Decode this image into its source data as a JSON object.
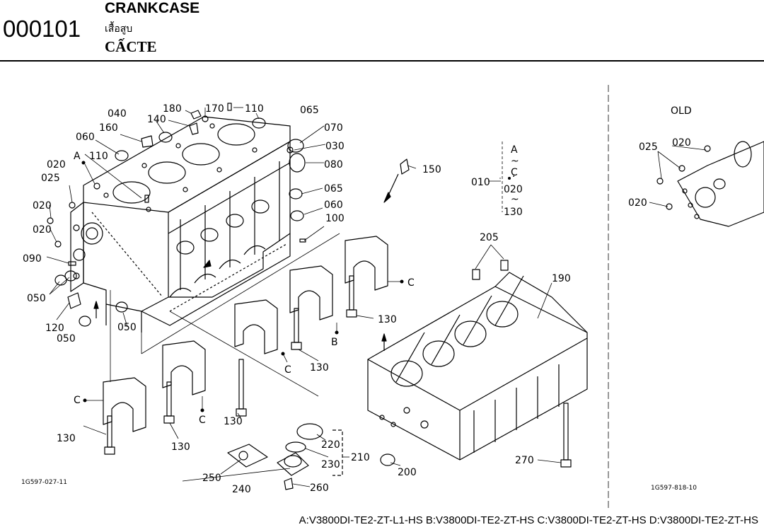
{
  "header": {
    "code": "000101",
    "title_en": "CRANKCASE",
    "title_th": "เสื้อสูบ",
    "title_vi": "CẤCTE"
  },
  "callouts": {
    "c180": "180",
    "c170": "170",
    "c110a": "110",
    "c065a": "065",
    "c040": "040",
    "c140": "140",
    "c070": "070",
    "c060a": "060",
    "c160": "160",
    "c030": "030",
    "cA": "A",
    "c110b": "110",
    "c080": "080",
    "c020a": "020",
    "c025a": "025",
    "c065b": "065",
    "c060b": "060",
    "c020b": "020",
    "c020c": "020",
    "c100": "100",
    "c090": "090",
    "c050a": "050",
    "c120": "120",
    "c050b": "050",
    "c050c": "050",
    "c150": "150",
    "c010": "010",
    "c205": "205",
    "c190": "190",
    "c130a": "130",
    "c130b": "130",
    "c130c": "130",
    "c130d": "130",
    "c130e": "130",
    "cC1": "C",
    "cB": "B",
    "cC2": "C",
    "cC3": "C",
    "cC4": "C",
    "c220": "220",
    "c230": "230",
    "c210": "210",
    "c250": "250",
    "c240": "240",
    "c260": "260",
    "c200": "200",
    "c270": "270",
    "oOLD": "OLD",
    "o025": "025",
    "o020a": "020",
    "o020b": "020"
  },
  "range_bracket": {
    "top": "A",
    "tilde1": "~",
    "mid": "C",
    "dot": "·",
    "a": "020",
    "tilde2": "~",
    "b": "130"
  },
  "figure_ids": {
    "left": "1G597-027-11",
    "right": "1G597-818-10"
  },
  "footer": {
    "models": "A:V3800DI-TE2-ZT-L1-HS B:V3800DI-TE2-ZT-HS C:V3800DI-TE2-ZT-HS D:V3800DI-TE2-ZT-HS"
  }
}
